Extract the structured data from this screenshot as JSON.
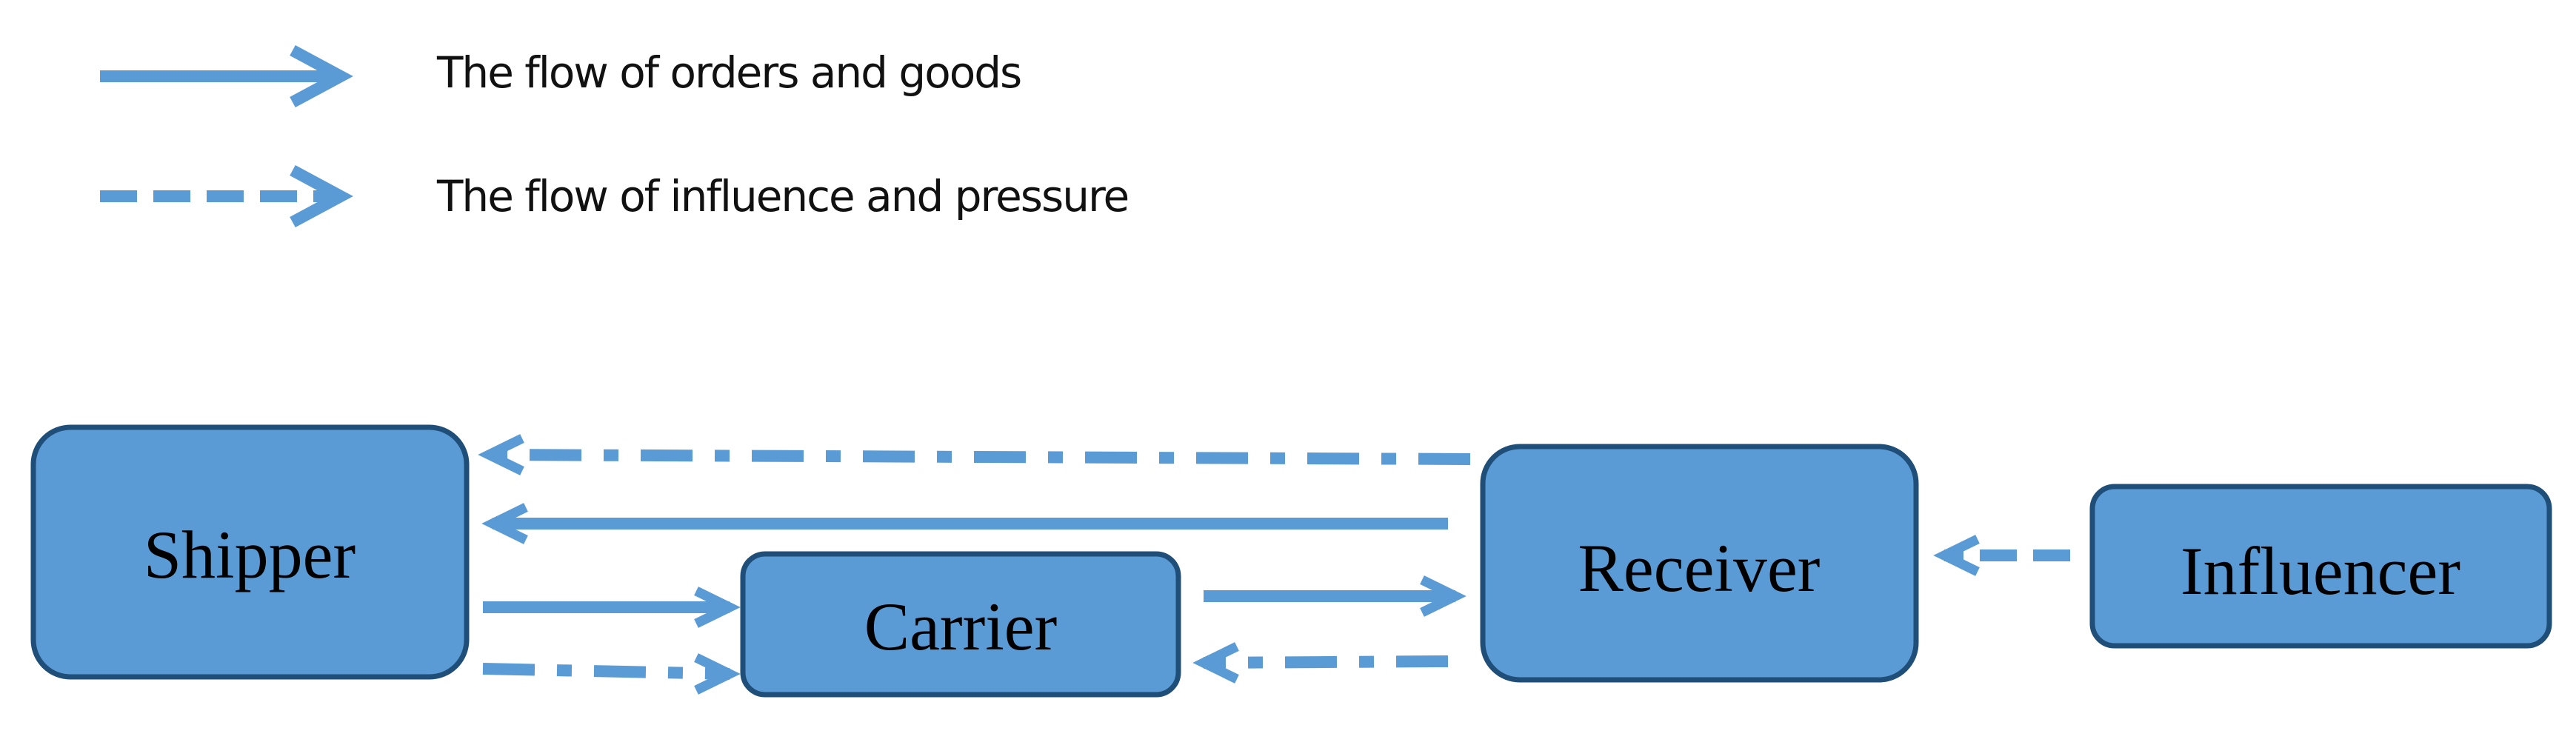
{
  "legend": {
    "solid_label": "The flow of orders and goods",
    "dashed_label": "The flow of influence and pressure"
  },
  "nodes": {
    "shipper": "Shipper",
    "carrier": "Carrier",
    "receiver": "Receiver",
    "influencer": "Influencer"
  },
  "colors": {
    "node_fill": "#5b9bd5",
    "node_border": "#1f4e79",
    "arrow": "#5b9bd5"
  }
}
